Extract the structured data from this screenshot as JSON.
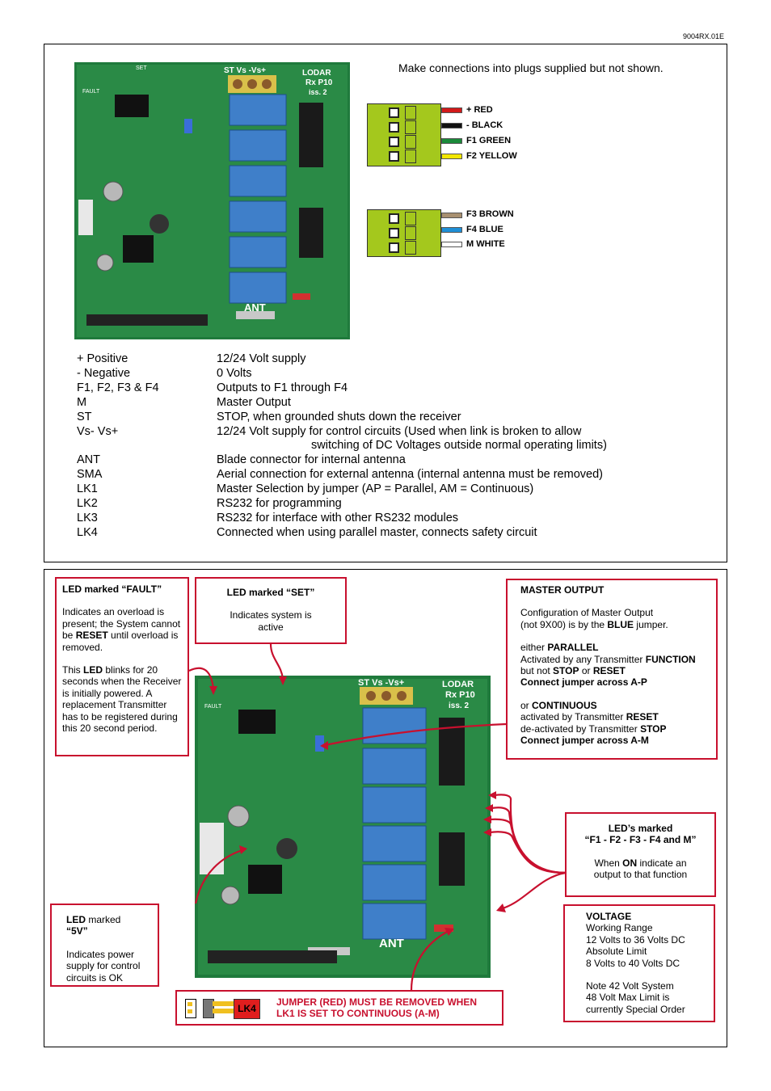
{
  "doc_ref": "9004RX.01E",
  "top": {
    "headline": "Make connections into plugs supplied but not shown.",
    "connector1": [
      {
        "label": "+    RED",
        "color": "#d21a1a"
      },
      {
        "label": "-    BLACK",
        "color": "#111111"
      },
      {
        "label": "F1 GREEN",
        "color": "#1a8a3a"
      },
      {
        "label": "F2 YELLOW",
        "color": "#f2e600"
      }
    ],
    "connector2": [
      {
        "label": "F3 BROWN",
        "color": "#a89070"
      },
      {
        "label": "F4 BLUE",
        "color": "#1f8fd6"
      },
      {
        "label": "M   WHITE",
        "color": "#ffffff"
      }
    ],
    "board": {
      "st_label": "ST Vs -Vs+",
      "brand": "LODAR",
      "model": "Rx P10",
      "issue": "iss. 2",
      "ant": "ANT",
      "fault": "FAULT",
      "set": "SET"
    },
    "legend": [
      {
        "key": "+ Positive",
        "value": "12/24 Volt supply"
      },
      {
        "key": "- Negative",
        "value": "0 Volts"
      },
      {
        "key": "F1, F2, F3 & F4",
        "value": "Outputs to F1 through F4"
      },
      {
        "key": "M",
        "value": "Master Output"
      },
      {
        "key": "ST",
        "value": "STOP, when grounded shuts down the receiver"
      },
      {
        "key": "Vs- Vs+",
        "value": "12/24 Volt supply for control circuits (Used when link is broken to allow"
      },
      {
        "key": "",
        "value": "switching of DC Voltages outside normal operating limits)"
      },
      {
        "key": "ANT",
        "value": "Blade connector for internal antenna"
      },
      {
        "key": "SMA",
        "value": "Aerial connection for external antenna (internal antenna must be removed)"
      },
      {
        "key": "LK1",
        "value": "Master Selection by jumper (AP = Parallel, AM = Continuous)"
      },
      {
        "key": "LK2",
        "value": "RS232 for programming"
      },
      {
        "key": "LK3",
        "value": "RS232 for interface with other RS232 modules"
      },
      {
        "key": "LK4",
        "value": "Connected when using parallel master, connects safety circuit"
      }
    ]
  },
  "bottom": {
    "fault": {
      "title": "LED marked “FAULT”",
      "p1a": "Indicates an overload is present; the System cannot be ",
      "p1b": "RESET",
      "p1c": " until overload is removed.",
      "p2a": "This ",
      "p2b": "LED",
      "p2c": " blinks for 20 seconds when the Receiver is initially powered. A replacement Transmitter has to be registered during this 20 second period."
    },
    "set": {
      "title": "LED marked “SET”",
      "body": "Indicates system is active"
    },
    "master": {
      "title": "MASTER OUTPUT",
      "l1": "Configuration of  Master Output",
      "l2a": "(not 9X00) is by the ",
      "l2b": "BLUE",
      "l2c": " jumper.",
      "l3a": "either ",
      "l3b": "PARALLEL",
      "l4a": "Activated by any Transmitter ",
      "l4b": "FUNCTION",
      "l5a": "but not ",
      "l5b": "STOP",
      "l5c": " or ",
      "l5d": "RESET",
      "l6": "Connect jumper across A-P",
      "l7a": "or ",
      "l7b": "CONTINUOUS",
      "l8a": "activated by Transmitter ",
      "l8b": "RESET",
      "l9a": "de-activated by Transmitter ",
      "l9b": "STOP",
      "l10": "Connect jumper across A-M"
    },
    "leds": {
      "title1": "LED’s marked",
      "title2": "“F1 - F2 - F3 - F4 and M”",
      "b1": "When ",
      "b2": "ON",
      "b3": " indicate an output to that function"
    },
    "five_v": {
      "t1": "LED",
      "t2": " marked ",
      "t3": "“5V”",
      "body": "Indicates power supply for control circuits is OK"
    },
    "voltage": {
      "title": "VOLTAGE",
      "l1": "Working Range",
      "l2": "12 Volts to 36 Volts DC",
      "l3": "Absolute Limit",
      "l4": "8 Volts to 40 Volts DC",
      "l5": "Note 42 Volt System",
      "l6": "48 Volt Max Limit is",
      "l7": "currently Special Order"
    },
    "jumper": {
      "lk4": "LK4",
      "text1": "JUMPER (RED) MUST BE REMOVED WHEN",
      "text2": "LK1 IS SET TO CONTINUOUS (A-M)"
    }
  }
}
